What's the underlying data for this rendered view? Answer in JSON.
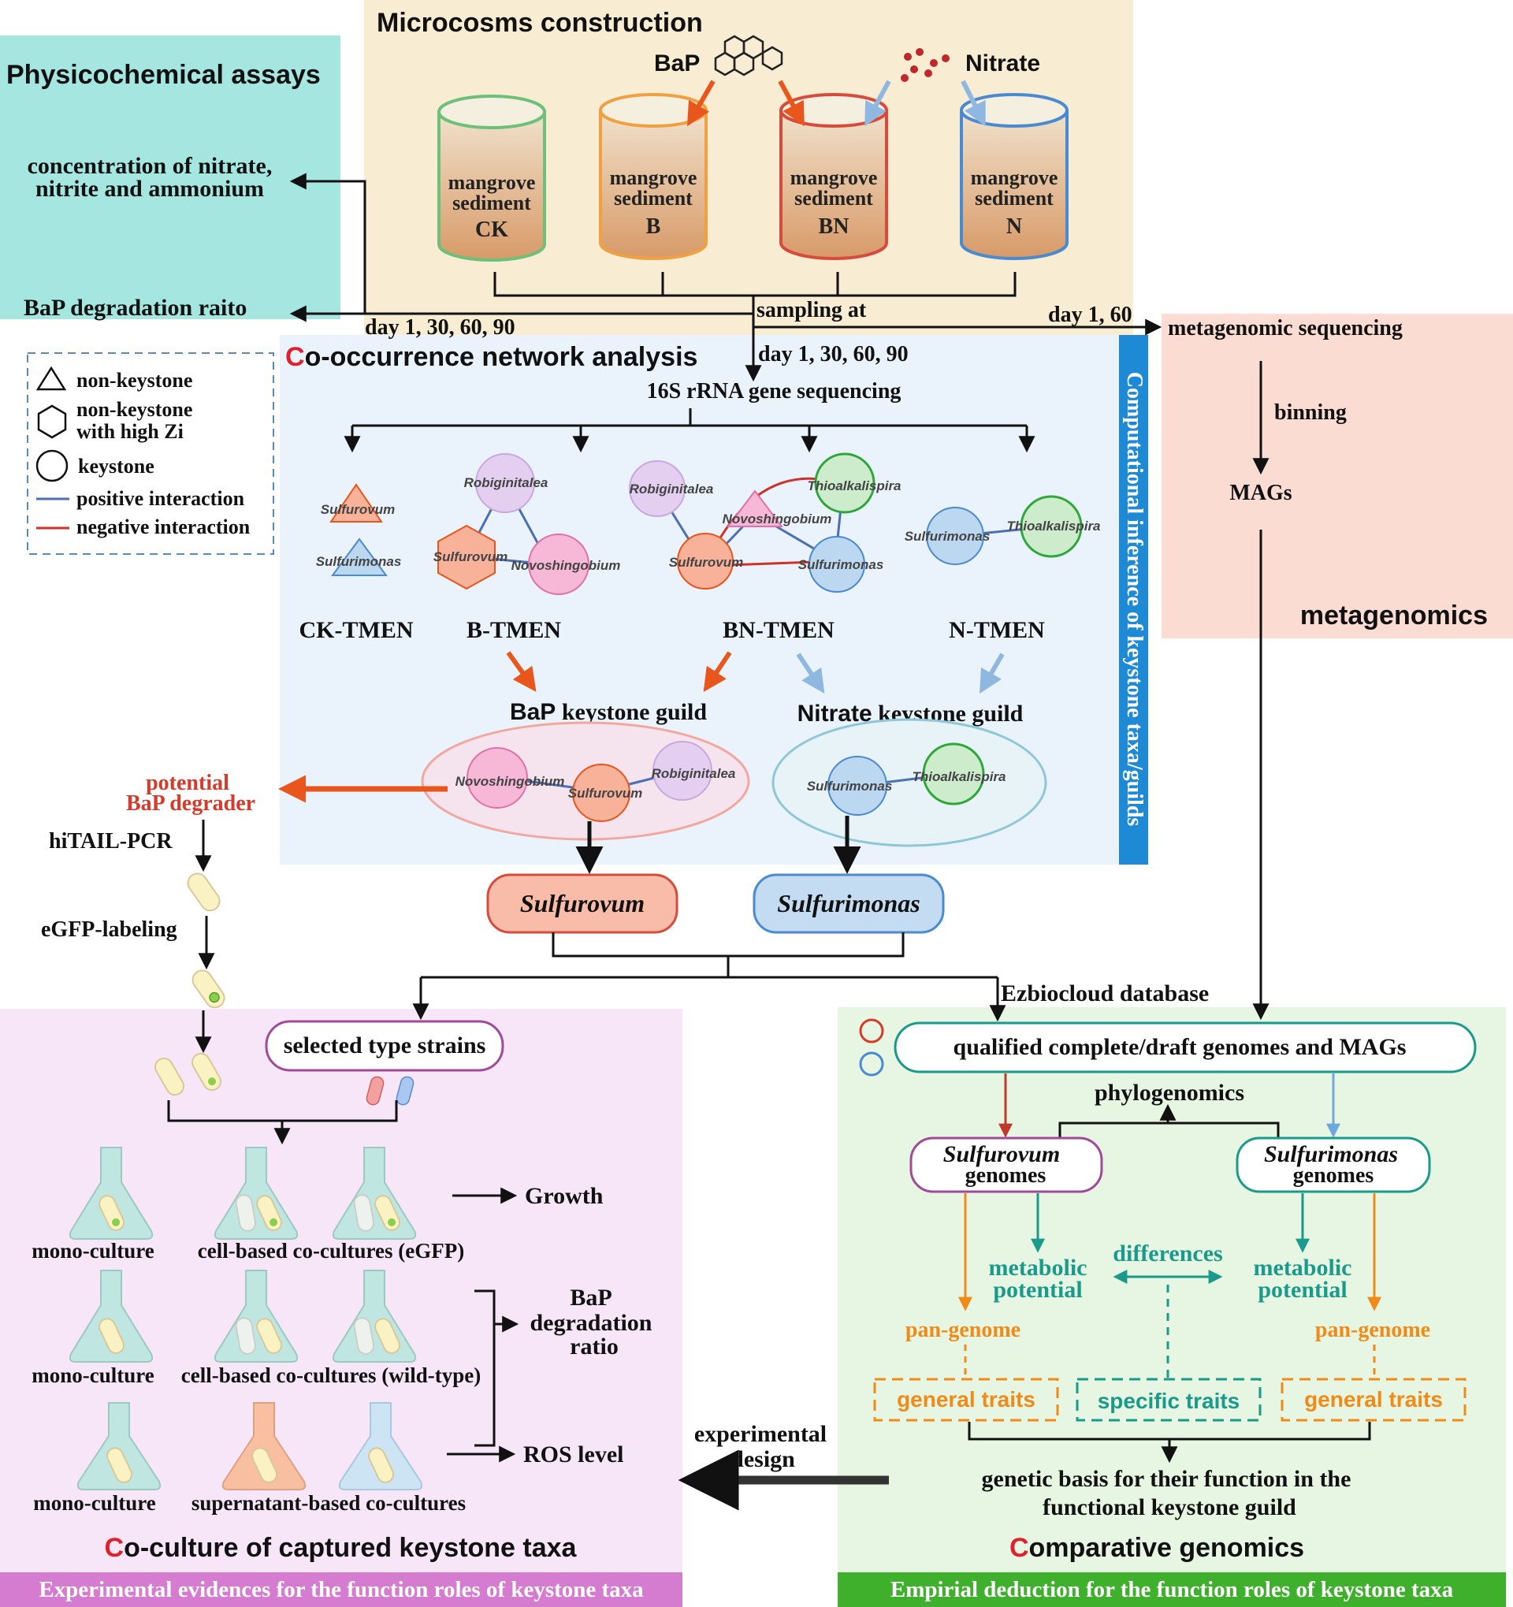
{
  "colors": {
    "physico_bg": "#a6e6e0",
    "microcosm_bg": "#f8ecd2",
    "network_bg": "#eaf3fb",
    "metagenomics_bg": "#fbdcd2",
    "coculture_bg": "#f6e6f8",
    "genomics_bg": "#e6f6e2",
    "coculture_footer": "#d57bd0",
    "genomics_footer": "#3fb02c",
    "vertical_bar": "#1e8ad6",
    "orange_arrow": "#e8561c",
    "blue_arrow": "#8fb8e0",
    "red_title_letter": "#e0202a",
    "orange_text": "#f08a18",
    "teal_text": "#1a9a8a",
    "cylinder_green": "#6cc07a",
    "cylinder_orange": "#f0a040",
    "cylinder_red": "#d84b3c",
    "cylinder_blue": "#4a8ad0"
  },
  "physico": {
    "title": "Physicochemical assays",
    "line1": "concentration of nitrate,",
    "line2": "nitrite and ammonium",
    "degradation": "BaP degradation raito",
    "days": "day 1, 30, 60, 90"
  },
  "microcosm": {
    "title": "Microcosms construction",
    "bap_label": "BaP",
    "nitrate_label": "Nitrate",
    "cylinder_line1": "mangrove",
    "cylinder_line2": "sediment",
    "cylinders": [
      {
        "code": "CK",
        "color": "#6cc07a"
      },
      {
        "code": "B",
        "color": "#f0a040"
      },
      {
        "code": "BN",
        "color": "#d84b3c"
      },
      {
        "code": "N",
        "color": "#4a8ad0"
      }
    ],
    "sampling": "sampling at"
  },
  "legend": {
    "triangle": "non-keystone",
    "hexagon_l1": "non-keystone",
    "hexagon_l2": "with high Zi",
    "circle": "keystone",
    "positive": "positive interaction",
    "negative": "negative interaction"
  },
  "network": {
    "title_first": "C",
    "title_rest": "o-occurrence network analysis",
    "days": "day 1, 30, 60, 90",
    "sequencing": "16S rRNA gene sequencing",
    "vertical_label": "Computational inference of keystone taxa/guilds",
    "labels": [
      "CK-TMEN",
      "B-TMEN",
      "BN-TMEN",
      "N-TMEN"
    ],
    "taxa": {
      "sulfurovum": "Sulfurovum",
      "sulfurimonas": "Sulfurimonas",
      "robiginitalea": "Robiginitalea",
      "novoshingobium": "Novoshingobium",
      "thioalkalispira": "Thioalkalispira"
    },
    "bap_guild_first": "BaP",
    "bap_guild_rest": " keystone guild",
    "nitrate_guild_first": "Nitrate",
    "nitrate_guild_rest": " keystone guild",
    "sulfurovum_box": "Sulfurovum",
    "sulfurimonas_box": "Sulfurimonas"
  },
  "metagenomics": {
    "days": "day 1, 60",
    "sequencing": "metagenomic sequencing",
    "binning": "binning",
    "mags": "MAGs",
    "title": "metagenomics"
  },
  "pathway": {
    "potential_l1": "potential",
    "potential_l2": "BaP degrader",
    "hitail": "hiTAIL-PCR",
    "egfp": "eGFP-labeling"
  },
  "coculture": {
    "selected": "selected type strains",
    "growth": "Growth",
    "row1_mono": "mono-culture",
    "row1_co": "cell-based co-cultures (eGFP)",
    "row2_mono": "mono-culture",
    "row2_co": "cell-based co-cultures (wild-type)",
    "row3_mono": "mono-culture",
    "row3_co": "supernatant-based co-cultures",
    "bap_l1": "BaP",
    "bap_l2": "degradation",
    "bap_l3": "ratio",
    "ros": "ROS level",
    "title_first": "C",
    "title_rest": "o-culture of captured keystone taxa",
    "footer": "Experimental evidences for the function roles of keystone taxa",
    "experimental_l1": "experimental",
    "experimental_l2": "design"
  },
  "genomics": {
    "database": "Ezbiocloud database",
    "qualified": "qualified complete/draft genomes and MAGs",
    "phylogenomics": "phylogenomics",
    "sulfurovum": "Sulfurovum",
    "sulfurimonas": "Sulfurimonas",
    "genomes": "genomes",
    "metabolic_l1": "metabolic",
    "metabolic_l2": "potential",
    "differences": "differences",
    "pangenome": "pan-genome",
    "general": "general traits",
    "specific": "specific traits",
    "basis_l1": "genetic basis for their function in the",
    "basis_l2": "functional keystone guild",
    "title_first": "C",
    "title_rest": "omparative genomics",
    "footer": "Empirial deduction for the function roles of keystone taxa"
  }
}
